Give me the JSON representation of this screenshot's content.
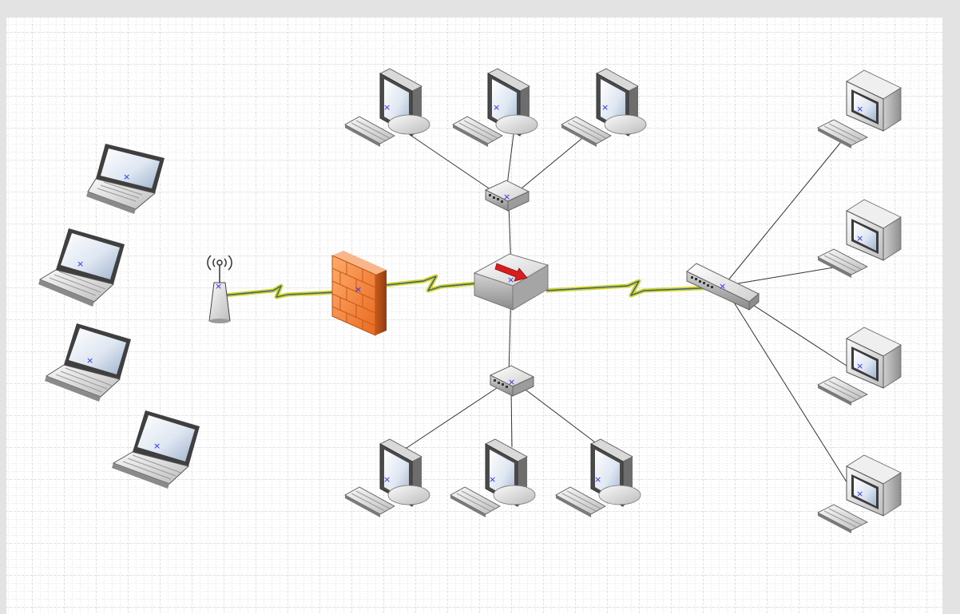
{
  "diagram": {
    "grid": true,
    "colors": {
      "grid_major": "#c8c8c8",
      "grid_minor": "#dedede",
      "canvas": "#ffffff",
      "frame": "#e3e3e3",
      "wired_link": "#333333",
      "wireless_link_core": "#2e5f96",
      "wireless_link_glow": "#d7d21b",
      "selection_marker": "#2c2cff",
      "firewall": "#f0883e",
      "router_arrow": "#d71d1d"
    },
    "nodes": [
      {
        "id": "laptop-1",
        "type": "laptop"
      },
      {
        "id": "laptop-2",
        "type": "laptop"
      },
      {
        "id": "laptop-3",
        "type": "laptop"
      },
      {
        "id": "laptop-4",
        "type": "laptop"
      },
      {
        "id": "wireless-access-point",
        "type": "wireless-access-point"
      },
      {
        "id": "firewall",
        "type": "firewall"
      },
      {
        "id": "router",
        "type": "router"
      },
      {
        "id": "hub-top",
        "type": "hub"
      },
      {
        "id": "hub-bottom",
        "type": "hub"
      },
      {
        "id": "switch",
        "type": "switch"
      },
      {
        "id": "workstation-top-1",
        "type": "lcd-workstation"
      },
      {
        "id": "workstation-top-2",
        "type": "lcd-workstation"
      },
      {
        "id": "workstation-top-3",
        "type": "lcd-workstation"
      },
      {
        "id": "workstation-bottom-1",
        "type": "lcd-workstation"
      },
      {
        "id": "workstation-bottom-2",
        "type": "lcd-workstation"
      },
      {
        "id": "workstation-bottom-3",
        "type": "lcd-workstation"
      },
      {
        "id": "pc-right-1",
        "type": "crt-pc"
      },
      {
        "id": "pc-right-2",
        "type": "crt-pc"
      },
      {
        "id": "pc-right-3",
        "type": "crt-pc"
      },
      {
        "id": "pc-right-4",
        "type": "crt-pc"
      }
    ],
    "links": [
      {
        "from": "wireless-access-point",
        "to": "firewall",
        "type": "wireless"
      },
      {
        "from": "firewall",
        "to": "router",
        "type": "wireless"
      },
      {
        "from": "router",
        "to": "switch",
        "type": "wireless"
      },
      {
        "from": "router",
        "to": "hub-top",
        "type": "wired"
      },
      {
        "from": "router",
        "to": "hub-bottom",
        "type": "wired"
      },
      {
        "from": "hub-top",
        "to": "workstation-top-1",
        "type": "wired"
      },
      {
        "from": "hub-top",
        "to": "workstation-top-2",
        "type": "wired"
      },
      {
        "from": "hub-top",
        "to": "workstation-top-3",
        "type": "wired"
      },
      {
        "from": "hub-bottom",
        "to": "workstation-bottom-1",
        "type": "wired"
      },
      {
        "from": "hub-bottom",
        "to": "workstation-bottom-2",
        "type": "wired"
      },
      {
        "from": "hub-bottom",
        "to": "workstation-bottom-3",
        "type": "wired"
      },
      {
        "from": "switch",
        "to": "pc-right-1",
        "type": "wired"
      },
      {
        "from": "switch",
        "to": "pc-right-2",
        "type": "wired"
      },
      {
        "from": "switch",
        "to": "pc-right-3",
        "type": "wired"
      },
      {
        "from": "switch",
        "to": "pc-right-4",
        "type": "wired"
      }
    ]
  }
}
